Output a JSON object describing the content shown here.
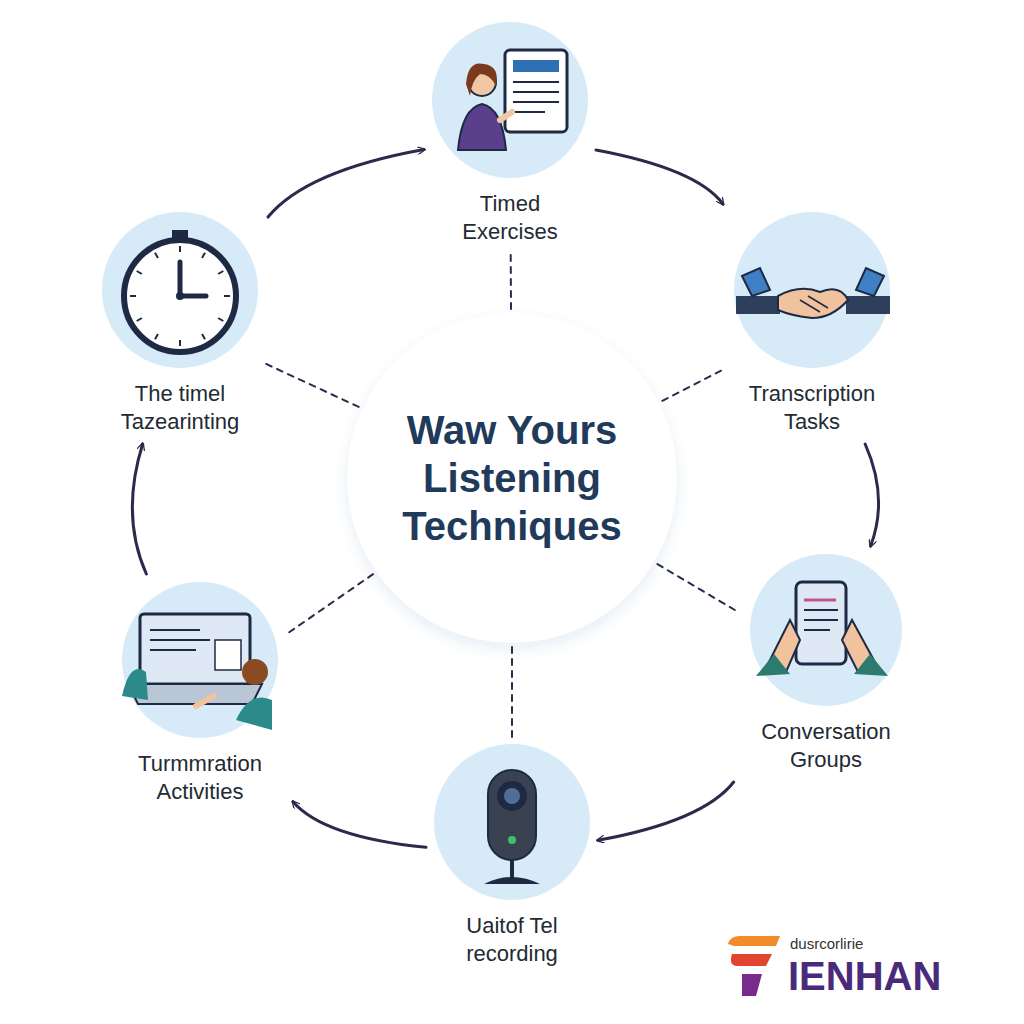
{
  "diagram": {
    "nodes": [
      {
        "text": [
          "Waw Yours Listening Techniques"
        ]
      },
      {
        "text": [
          "Timed Exercises"
        ]
      },
      {
        "text": [
          "Transcription Tasks"
        ]
      },
      {
        "text": [
          "Conversation Groups"
        ]
      },
      {
        "text": [
          "Uaitof Tel recording"
        ]
      },
      {
        "text": [
          "Turmmration Activities"
        ]
      },
      {
        "text": [
          "The timel Tazearinting"
        ]
      }
    ],
    "edges": [
      {
        "from": 1,
        "to": 2,
        "arrow": "to"
      },
      {
        "from": 2,
        "to": 3,
        "arrow": "to"
      },
      {
        "from": 3,
        "to": 4,
        "arrow": "to"
      },
      {
        "from": 4,
        "to": 5,
        "arrow": "to"
      },
      {
        "from": 5,
        "to": 6,
        "arrow": "to"
      },
      {
        "from": 6,
        "to": 1,
        "arrow": "to"
      },
      {
        "from": 0,
        "to": 1,
        "arrow": "none"
      },
      {
        "from": 0,
        "to": 2,
        "arrow": "none"
      },
      {
        "from": 0,
        "to": 3,
        "arrow": "none"
      },
      {
        "from": 0,
        "to": 4,
        "arrow": "none"
      },
      {
        "from": 0,
        "to": 5,
        "arrow": "none"
      },
      {
        "from": 0,
        "to": 6,
        "arrow": "none"
      }
    ],
    "labels": [
      "dusrcorlirie",
      "IENHAN"
    ]
  }
}
